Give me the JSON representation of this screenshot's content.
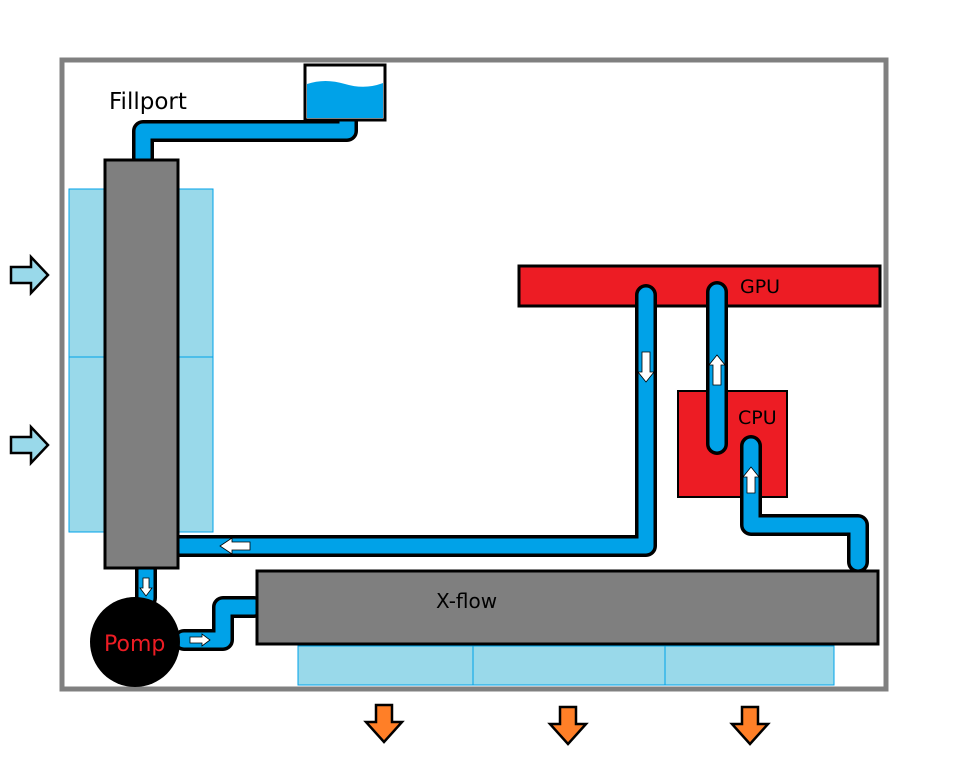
{
  "labels": {
    "fillport": "Fillport",
    "gpu": "GPU",
    "cpu": "CPU",
    "xflow": "X-flow",
    "pump": "Pomp"
  },
  "colors": {
    "water": "#00a2e8",
    "fan": "#99d9ea",
    "component": "#ed1c24",
    "radiator": "#7f7f7f",
    "exhaust_arrow": "#ff7f27",
    "intake_arrow": "#99d9ea",
    "frame": "#808080"
  }
}
